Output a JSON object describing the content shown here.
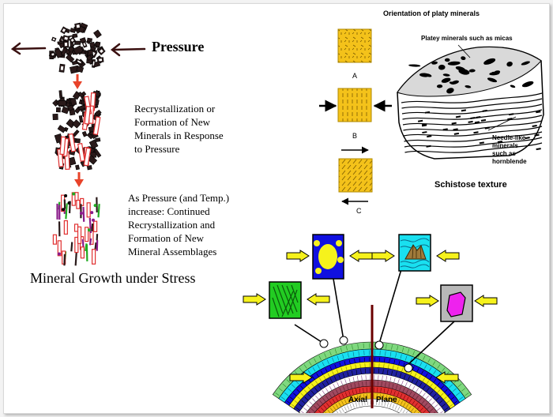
{
  "left_panel": {
    "pressure_label": "Pressure",
    "step1_lines": [
      "Recrystallization or",
      "Formation of New",
      "Minerals in Response",
      "to Pressure"
    ],
    "step2_lines": [
      "As Pressure (and Temp.)",
      "increase: Continued",
      "Recrystallization and",
      "Formation of New",
      "Mineral Assemblages"
    ],
    "caption": "Mineral Growth under Stress"
  },
  "schist_panel": {
    "title": "Orientation of platy minerals",
    "box_labels": [
      "A",
      "B",
      "C"
    ],
    "platey_label": "Platey minerals such as micas",
    "needle_lines": [
      "Needle-like",
      "minerals",
      "such as",
      "hornblende"
    ],
    "caption": "Schistose texture"
  },
  "fold_panel": {
    "axial_label": "Axial",
    "plane_label": "Plane"
  },
  "colors": {
    "mineral_yellow": "#f4c21a",
    "pressure_arrow": "#e8432a",
    "stress_arrow_fill": "#f6f21c",
    "inset_blue": "#1010e0",
    "inset_cyan": "#19e0f0",
    "inset_green": "#22cc22",
    "inset_gray": "#b8b8b8",
    "inset_magenta": "#ee22ee"
  }
}
